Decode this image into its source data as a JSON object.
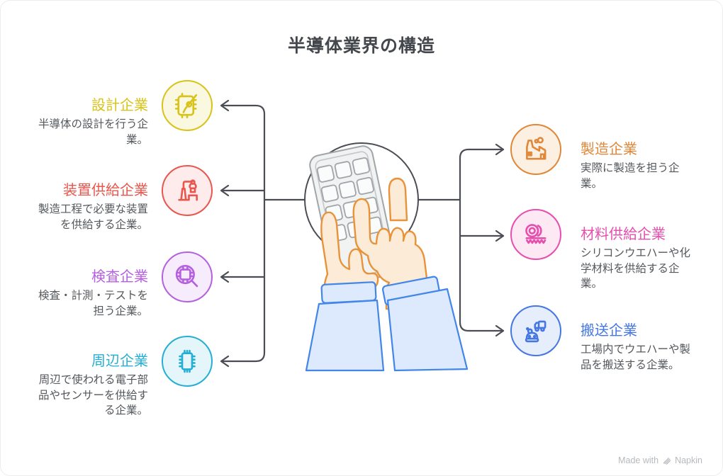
{
  "title": "半導体業界の構造",
  "colors": {
    "title": "#44474c",
    "connector": "#4a4e54",
    "description_text": "#54585c",
    "watermark": "#b6b9bd",
    "hand_stroke": "#e8923a",
    "hand_fill": "#fcecd7",
    "sleeve_stroke": "#4186e8",
    "sleeve_fill": "#dde9fc",
    "device_stroke": "#a0a5aa",
    "device_fill": "#f1f2f2"
  },
  "left_items": [
    {
      "label": "設計企業",
      "desc": "半導体の設計を行う企業。",
      "color": "#d8c318",
      "tint": "#fbf8e2",
      "icon": "chip-design-icon"
    },
    {
      "label": "装置供給企業",
      "desc": "製造工程で必要な装置を供給する企業。",
      "color": "#e8564d",
      "tint": "#fdeceb",
      "icon": "robot-arm-icon"
    },
    {
      "label": "検査企業",
      "desc": "検査・計測・テストを担う企業。",
      "color": "#b560e0",
      "tint": "#f7ecfc",
      "icon": "chip-inspection-icon"
    },
    {
      "label": "周辺企業",
      "desc": "周辺で使われる電子部品やセンサーを供給する企業。",
      "color": "#27aed4",
      "tint": "#e5f6fb",
      "icon": "chip-icon"
    }
  ],
  "right_items": [
    {
      "label": "製造企業",
      "desc": "実際に製造を担う企業。",
      "color": "#e0883a",
      "tint": "#fcf0e3",
      "icon": "factory-icon"
    },
    {
      "label": "材料供給企業",
      "desc": "シリコンウエハーや化学材料を供給する企業。",
      "color": "#e64fae",
      "tint": "#fce9f4",
      "icon": "wafer-icon"
    },
    {
      "label": "搬送企業",
      "desc": "工場内でウエハーや製品を搬送する企業。",
      "color": "#4577e0",
      "tint": "#e7eefb",
      "icon": "transport-robot-icon"
    }
  ],
  "watermark": {
    "prefix": "Made with",
    "brand": "Napkin"
  }
}
